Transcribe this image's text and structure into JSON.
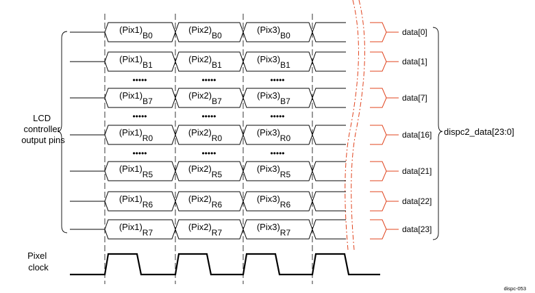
{
  "left_label": [
    "LCD",
    "controller",
    "output pins"
  ],
  "right_label": "dispc2_data[23:0]",
  "pixel_names": [
    "(Pix1)",
    "(Pix2)",
    "(Pix3)"
  ],
  "rows": [
    {
      "bit": "B0",
      "data_label": "data[0]"
    },
    {
      "bit": "B1",
      "data_label": "data[1]"
    },
    {
      "bit": "B7",
      "data_label": "data[7]"
    },
    {
      "bit": "R0",
      "data_label": "data[16]"
    },
    {
      "bit": "R5",
      "data_label": "data[21]"
    },
    {
      "bit": "R6",
      "data_label": "data[22]"
    },
    {
      "bit": "R7",
      "data_label": "data[23]"
    }
  ],
  "ellipsis": "•••••",
  "clock_label": [
    "Pixel",
    "clock"
  ],
  "figure_id": "dispc-053",
  "colors": {
    "line": "#000000",
    "accent": "#e0401a"
  }
}
